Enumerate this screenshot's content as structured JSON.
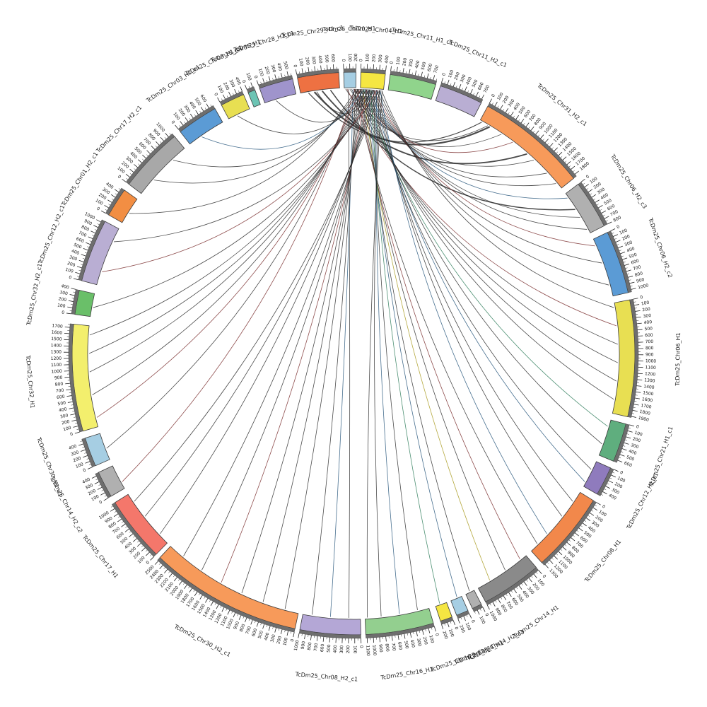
{
  "figure": {
    "background": "#ffffff",
    "description": "Circos-style chord synteny plot of TcDm25 chromosome segments with tick scales and links converging near the top"
  },
  "chart_data": {
    "type": "chord",
    "title": "",
    "center": [
      500,
      500
    ],
    "radii": {
      "inner": 376,
      "outer": 398,
      "tick_strip_outer": 403,
      "tick_outer": 410,
      "tick_label": 413,
      "name_label": 459,
      "link": 374
    },
    "units_per_degree": 80,
    "major_tick_units": 100,
    "minor_tick_units": 50,
    "link_colors": {
      "k": "#2b2b2b",
      "r": "#7a2e2e",
      "b": "#27567b",
      "g": "#2e7d5b",
      "y": "#a89a1e"
    },
    "segments": [
      {
        "name": "TcDm25_Chr20_H1",
        "color": "#a6cee3",
        "start": 358.0,
        "end": 360.5
      },
      {
        "name": "TcDm25_Chr04_H1",
        "color": "#f5e642",
        "start": 1.5,
        "end": 6.5
      },
      {
        "name": "TcDm25_Chr11_H1_c1",
        "color": "#90d48c",
        "start": 7.5,
        "end": 17.0
      },
      {
        "name": "TcDm25_Chr11_H2_c1",
        "color": "#b9aed3",
        "start": 18.0,
        "end": 27.0
      },
      {
        "name": "TcDm25_Chr31_H2_c1",
        "color": "#f79a5a",
        "start": 28.5,
        "end": 51.5
      },
      {
        "name": "TcDm25_Chr06_H2_c3",
        "color": "#b0b0b0",
        "start": 53.0,
        "end": 63.0
      },
      {
        "name": "TcDm25_Chr06_H2_c2",
        "color": "#5b9bd5",
        "start": 64.5,
        "end": 77.5
      },
      {
        "name": "TcDm25_Chr06_H1",
        "color": "#e8df52",
        "start": 79.0,
        "end": 103.0
      },
      {
        "name": "TcDm25_Chr21_H1_c1",
        "color": "#5fae7e",
        "start": 104.5,
        "end": 112.5
      },
      {
        "name": "TcDm25_Chr12_H1_c1",
        "color": "#8f7bbd",
        "start": 114.0,
        "end": 120.0
      },
      {
        "name": "TcDm25_Chr08_H1",
        "color": "#f2884b",
        "start": 121.5,
        "end": 138.0
      },
      {
        "name": "TcDm25_Chr14_H1",
        "color": "#8a8a8a",
        "start": 139.5,
        "end": 152.0
      },
      {
        "name": "TcDm25_Chr14_H2_c3",
        "color": "#b0b0b0",
        "start": 153.0,
        "end": 155.0
      },
      {
        "name": "TcDm25_Chr34_H1",
        "color": "#a6cee3",
        "start": 156.0,
        "end": 158.5
      },
      {
        "name": "TcDm25_Chr16_H2_c1",
        "color": "#f5e642",
        "start": 159.5,
        "end": 162.0
      },
      {
        "name": "TcDm25_Chr16_H1",
        "color": "#93cf8f",
        "start": 163.5,
        "end": 177.5
      },
      {
        "name": "TcDm25_Chr08_H2_c1",
        "color": "#b4a7d6",
        "start": 178.5,
        "end": 191.0
      },
      {
        "name": "TcDm25_Chr30_H2_c1",
        "color": "#f79a5a",
        "start": 192.0,
        "end": 223.5
      },
      {
        "name": "TcDm25_Chr17_H1",
        "color": "#f4776b",
        "start": 224.5,
        "end": 238.0
      },
      {
        "name": "TcDm25_Chr14_H2_c2",
        "color": "#b0b0b0",
        "start": 239.5,
        "end": 245.0
      },
      {
        "name": "TcDm25_Chr30_H1_c1",
        "color": "#a6cee3",
        "start": 246.5,
        "end": 252.5
      },
      {
        "name": "TcDm25_Chr32_H1",
        "color": "#f3ef6d",
        "start": 254.0,
        "end": 276.0
      },
      {
        "name": "TcDm25_Chr32_H2_c1",
        "color": "#6abf69",
        "start": 278.0,
        "end": 283.0
      },
      {
        "name": "TcDm25_Chr12_H2_c1",
        "color": "#b9aed3",
        "start": 285.0,
        "end": 298.0
      },
      {
        "name": "TcDm25_Chr01_H2_c1",
        "color": "#f28e43",
        "start": 299.5,
        "end": 305.5
      },
      {
        "name": "TcDm25_Chr17_H2_c1",
        "color": "#a8a8a8",
        "start": 307.0,
        "end": 320.5
      },
      {
        "name": "TcDm25_Chr03_H2_c1",
        "color": "#5b9bd5",
        "start": 322.0,
        "end": 330.5
      },
      {
        "name": "TcDm25_Chr03_H1_c1",
        "color": "#e8df52",
        "start": 332.0,
        "end": 337.0
      },
      {
        "name": "TcDm25_Chr35_H1",
        "color": "#6cc4b4",
        "start": 338.0,
        "end": 339.5
      },
      {
        "name": "TcDm25_Chr28_H2_c1",
        "color": "#9f94cc",
        "start": 340.5,
        "end": 347.5
      },
      {
        "name": "TcDm25_Chr29_H2_c1",
        "color": "#ee7142",
        "start": 348.5,
        "end": 357.0
      }
    ],
    "links": [
      [
        351.5,
        31,
        "k",
        2.2
      ],
      [
        353.2,
        41,
        "k",
        1.8
      ],
      [
        355.0,
        57,
        "k",
        1.5
      ],
      [
        350.2,
        29,
        "k",
        1.2
      ],
      [
        358.3,
        30.5,
        "k",
        0.8
      ],
      [
        359.2,
        34,
        "k",
        0.8
      ],
      [
        0.1,
        37,
        "r",
        0.8
      ],
      [
        0.7,
        43,
        "k",
        0.8
      ],
      [
        1.3,
        47,
        "k",
        0.8
      ],
      [
        1.9,
        50,
        "k",
        0.8
      ],
      [
        2.5,
        54,
        "b",
        0.8
      ],
      [
        3.1,
        59,
        "k",
        0.8
      ],
      [
        3.7,
        62,
        "k",
        0.8
      ],
      [
        4.3,
        66,
        "r",
        0.8
      ],
      [
        4.9,
        70,
        "k",
        0.8
      ],
      [
        5.5,
        75,
        "k",
        0.8
      ],
      [
        6.1,
        80,
        "k",
        0.8
      ],
      [
        358.6,
        84,
        "r",
        0.8
      ],
      [
        359.6,
        88,
        "k",
        0.8
      ],
      [
        0.4,
        92,
        "k",
        0.8
      ],
      [
        1.0,
        96,
        "k",
        0.8
      ],
      [
        1.6,
        100,
        "k",
        0.8
      ],
      [
        2.2,
        106,
        "g",
        0.8
      ],
      [
        2.8,
        110,
        "k",
        0.8
      ],
      [
        3.4,
        116,
        "k",
        0.8
      ],
      [
        4.0,
        119,
        "b",
        0.8
      ],
      [
        4.6,
        124,
        "k",
        0.8
      ],
      [
        5.2,
        128,
        "k",
        0.8
      ],
      [
        5.8,
        133,
        "b",
        0.8
      ],
      [
        0.2,
        136,
        "k",
        0.8
      ],
      [
        0.8,
        141,
        "r",
        0.8
      ],
      [
        1.4,
        145,
        "k",
        0.8
      ],
      [
        2.0,
        149,
        "y",
        0.8
      ],
      [
        2.6,
        154,
        "k",
        0.8
      ],
      [
        3.2,
        157,
        "b",
        0.8
      ],
      [
        3.8,
        161,
        "g",
        0.8
      ],
      [
        4.4,
        166,
        "k",
        0.8
      ],
      [
        5.0,
        170,
        "b",
        0.8
      ],
      [
        5.6,
        174,
        "k",
        0.8
      ],
      [
        6.2,
        177,
        "k",
        0.8
      ],
      [
        358.9,
        181,
        "k",
        0.8
      ],
      [
        359.9,
        185,
        "b",
        0.8
      ],
      [
        0.5,
        189,
        "k",
        0.8
      ],
      [
        1.1,
        195,
        "k",
        0.8
      ],
      [
        1.7,
        200,
        "k",
        0.8
      ],
      [
        2.3,
        205,
        "k",
        0.8
      ],
      [
        2.9,
        210,
        "r",
        0.8
      ],
      [
        3.5,
        215,
        "k",
        0.8
      ],
      [
        4.1,
        220,
        "k",
        0.8
      ],
      [
        4.7,
        227,
        "k",
        0.8
      ],
      [
        5.3,
        232,
        "k",
        0.8
      ],
      [
        5.9,
        236,
        "k",
        0.8
      ],
      [
        0.3,
        241,
        "r",
        0.8
      ],
      [
        0.9,
        249,
        "k",
        0.8
      ],
      [
        1.5,
        256,
        "r",
        0.8
      ],
      [
        2.1,
        261,
        "k",
        0.8
      ],
      [
        2.7,
        266,
        "k",
        0.8
      ],
      [
        3.3,
        270,
        "k",
        0.8
      ],
      [
        3.9,
        274,
        "k",
        0.8
      ],
      [
        4.5,
        280,
        "k",
        0.8
      ],
      [
        5.1,
        288,
        "r",
        0.8
      ],
      [
        5.7,
        295,
        "k",
        0.8
      ],
      [
        0.6,
        302,
        "k",
        0.8
      ],
      [
        1.2,
        311,
        "k",
        0.8
      ],
      [
        1.8,
        317,
        "k",
        0.8
      ],
      [
        2.4,
        325,
        "b",
        0.8
      ],
      [
        3.0,
        334,
        "k",
        0.8
      ],
      [
        3.6,
        343,
        "k",
        0.8
      ],
      [
        4.2,
        352,
        "k",
        0.8
      ]
    ]
  }
}
